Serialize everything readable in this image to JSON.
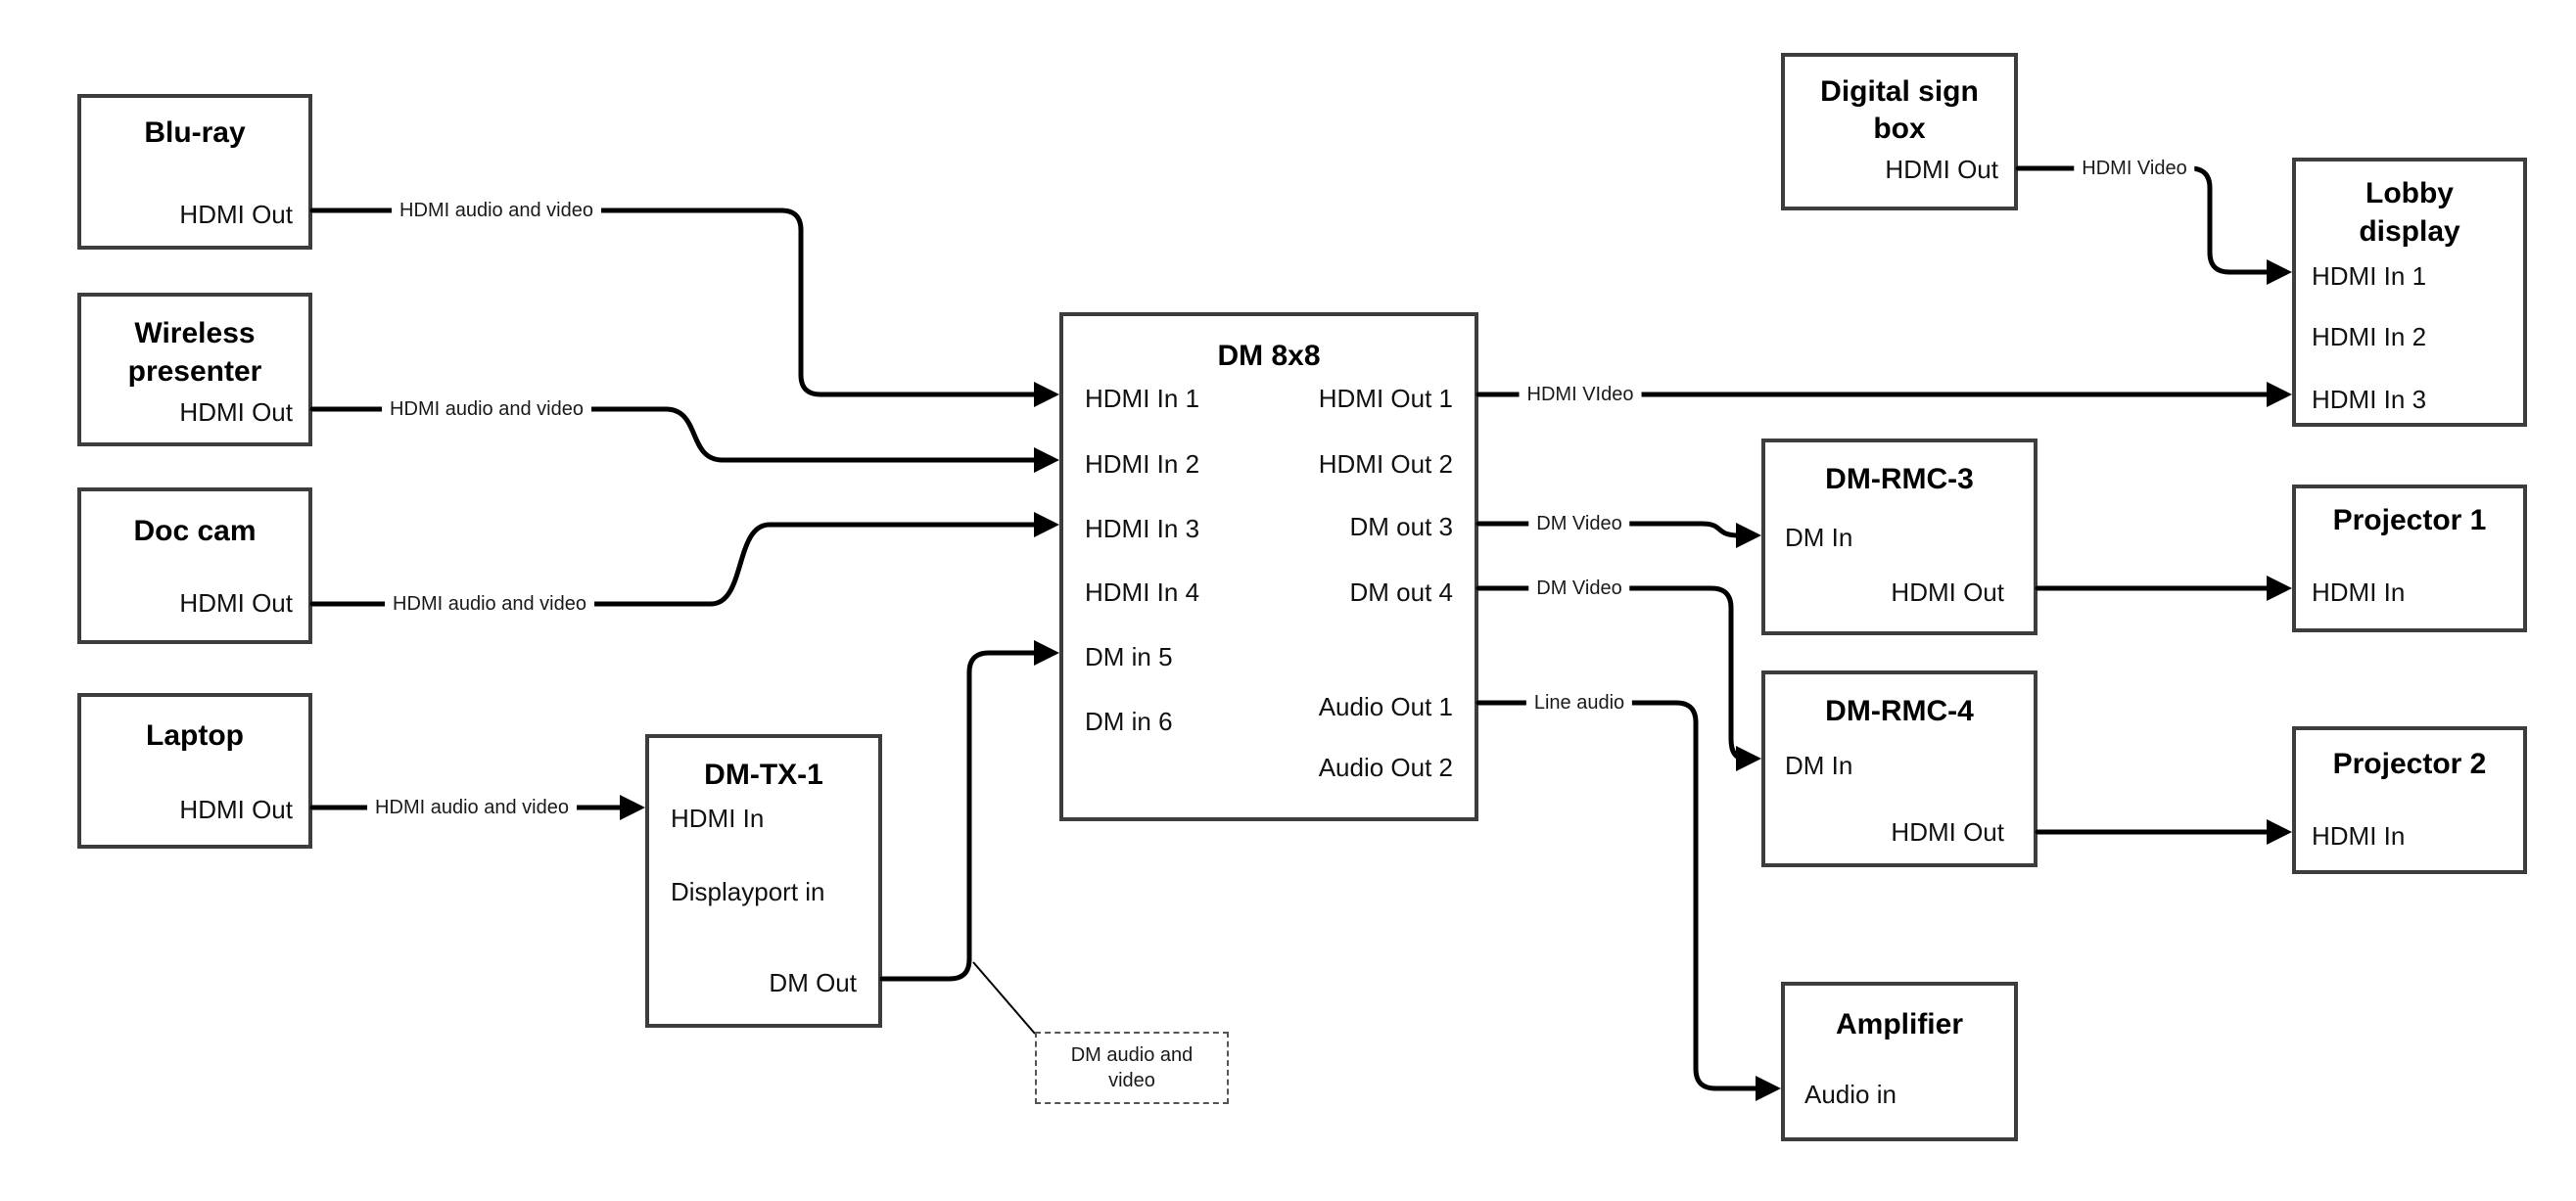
{
  "nodes": {
    "bluray": {
      "title": "Blu-ray",
      "port_hdmi_out": "HDMI Out"
    },
    "wireless": {
      "title": "Wireless\npresenter",
      "port_hdmi_out": "HDMI Out"
    },
    "doccam": {
      "title": "Doc cam",
      "port_hdmi_out": "HDMI Out"
    },
    "laptop": {
      "title": "Laptop",
      "port_hdmi_out": "HDMI Out"
    },
    "dmtx1": {
      "title": "DM-TX-1",
      "port_hdmi_in": "HDMI In",
      "port_displayport_in": "Displayport in",
      "port_dm_out": "DM Out"
    },
    "dm8x8": {
      "title": "DM 8x8",
      "inputs": [
        "HDMI In 1",
        "HDMI In 2",
        "HDMI In 3",
        "HDMI In 4",
        "DM in 5",
        "DM in 6"
      ],
      "outputs": [
        "HDMI Out 1",
        "HDMI Out 2",
        "DM out 3",
        "DM out 4",
        "Audio Out 1",
        "Audio Out 2"
      ]
    },
    "digital_sign": {
      "title": "Digital sign\nbox",
      "port_hdmi_out": "HDMI Out"
    },
    "lobby": {
      "title": "Lobby\ndisplay",
      "ports": [
        "HDMI In 1",
        "HDMI In 2",
        "HDMI In 3"
      ]
    },
    "dmrmc3": {
      "title": "DM-RMC-3",
      "port_dm_in": "DM In",
      "port_hdmi_out": "HDMI Out"
    },
    "projector1": {
      "title": "Projector 1",
      "port_hdmi_in": "HDMI In"
    },
    "dmrmc4": {
      "title": "DM-RMC-4",
      "port_dm_in": "DM In",
      "port_hdmi_out": "HDMI Out"
    },
    "projector2": {
      "title": "Projector 2",
      "port_hdmi_in": "HDMI In"
    },
    "amplifier": {
      "title": "Amplifier",
      "port_audio_in": "Audio in"
    }
  },
  "wire_labels": {
    "bluray_feed": "HDMI audio and video",
    "wireless_feed": "HDMI audio and video",
    "doccam_feed": "HDMI audio and video",
    "laptop_feed": "HDMI audio and video",
    "out1_feed": "HDMI VIdeo",
    "out3_feed": "DM Video",
    "out4_feed": "DM Video",
    "audio1_feed": "Line audio",
    "sign_feed": "HDMI Video"
  },
  "callout": {
    "text": "DM audio and\nvideo"
  },
  "colors": {
    "wire": "#000000",
    "border": "#3d3d3d",
    "background": "#ffffff"
  }
}
